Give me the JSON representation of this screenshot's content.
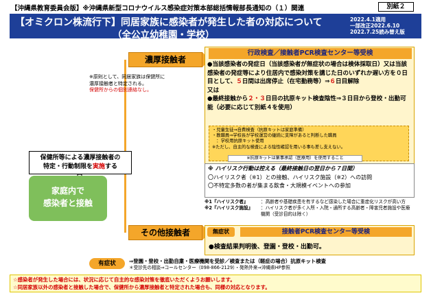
{
  "header": {
    "title": "【沖縄県教育委員会版】※沖縄県新型コロナウイルス感染症対策本部総括情報部長通知の（１）関連",
    "attachment": "別紙２"
  },
  "banner": {
    "line1": "【オミクロン株流行下】同居家族に感染者が発生した者の対応について",
    "line2": "（全公立幼稚園・学校）",
    "date1": "2022.4.1適用",
    "date2": "一部改正2022.6.10",
    "date3": "2022.7.25読み替え版"
  },
  "left": {
    "close_contact_tag": "濃厚接触者",
    "note_1": "※原則として、同居家族は保健所に",
    "note_2": "濃厚接触者と特定される。",
    "note_3": "保健所からの個別連絡なし。",
    "restrict_1": "保健所等による濃厚接触者の",
    "restrict_2_pre": "特定・行動制限を",
    "restrict_2_red": "実施",
    "restrict_2_post": "する",
    "green_1": "家庭内で",
    "green_2": "感染者と接触",
    "other_contact_tag": "その他接触者"
  },
  "main": {
    "pcr_header": "行政検査／接触者PCR検査センター等受検",
    "b1_pre": "●当該感染者の発症日（当該感染者が無症状の場合は検体採取日）又は当該感染者の発症等により住居内で感染対策を講じた日のいずれか遅い方を０日目として、",
    "b1_red": "５",
    "b1_post": "日間は出席停止（在宅勤務等）⇒",
    "b1_red2": "６",
    "b1_end": "日目解除",
    "or_label": "又は",
    "b2_pre": "●最終接触から",
    "b2_red": "２・３",
    "b2_post": "日目の抗原キット検査陰性⇒３日目から登校・出勤可能（必要に応じて別紙４を使用）",
    "sub_1": "・児童生徒⇒自費検査（抗原キットは家庭準備）",
    "sub_2": "・教職員⇒学校長が学校運営の継続に支障があると判断した職員",
    "sub_3": "　：学校用抗原キット使用",
    "sub_4": "※ただし、自主的な検査による陰性確認を用いる事も差し支えない。",
    "kit_note": "※抗原キットは薬事承認（医療用）を使用すること",
    "risk_title": "※ ハイリスク行動は控える（最終接触日の翌日から７日間）",
    "risk_1": "〇ハイリスク者（※1）との接触、ハイリスク施設（※2）への訪問",
    "risk_2": "〇不特定多数の者が集まる飲食・大規模イベントへの参加"
  },
  "defs": {
    "k1": "※1『ハイリスク者』",
    "v1": "：高齢者や基礎疾患を有するなど感染した場合に重症化リスクが高い方",
    "k2": "※2『ハイリスク施設』",
    "v2": "：ハイリスク者が多く入所・入院・通所する高齢者・障害児者施設や医療機関（受診目的は除く）"
  },
  "other": {
    "no_symptom_tag": "無症状",
    "pcr_header": "接触者PCR検査センター等受検",
    "body": "●検査結果判明後、登園・登校・出勤可。"
  },
  "symptom": {
    "tag": "有症状",
    "line1": "⇒登園・登校・出勤自粛・医療機関を受診／検査または（軽症の場合）抗原キット検査",
    "line2": "＊受診先の相談⇒コールセンター（098-866-2129）・発熱外来⇒沖縄県HP参照"
  },
  "footer": {
    "line1": "☆感染者が発生した場合には、状況に応じて自主的な感染対策を徹底いただくようお願いします。",
    "line2": "☆同居家族以外の感染者と接触した場合で、保健所から濃厚接触者と特定された場合も、同様の対応となります。"
  },
  "colors": {
    "banner": "#1e3f98",
    "orange": "#f4a62a",
    "green": "#7fbf5b",
    "red": "#d40000",
    "yellow_bg": "#fff5cc"
  },
  "icons": {
    "down_arrow": "down-arrow-icon",
    "right_arrow": "right-arrow-icon"
  }
}
